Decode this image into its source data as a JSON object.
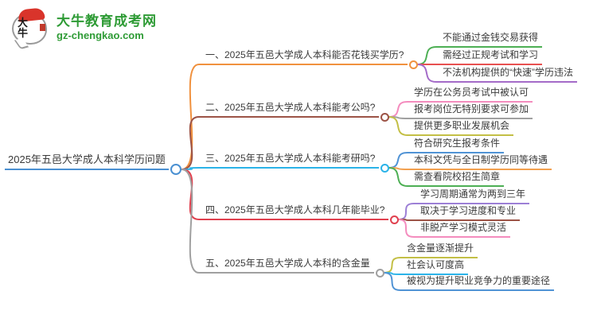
{
  "logo": {
    "icon_chars": "大牛",
    "title": "大牛教育成考网",
    "domain": "gz-chengkao.com",
    "brand_color": "#2E9B35",
    "accent_red": "#D9342B"
  },
  "root": {
    "label": "2025年五邑大学成人本科学历问题",
    "color": "#4A90D2"
  },
  "branches": [
    {
      "label": "一、2025年五邑大学成人本科能否花钱买学历?",
      "color": "#F0913E",
      "children": [
        {
          "label": "不能通过金钱交易获得",
          "color": "#4DAF54"
        },
        {
          "label": "需经过正规考试和学习",
          "color": "#E85050"
        },
        {
          "label": "不法机构提供的“快速”学历违法",
          "color": "#A46BC8"
        }
      ]
    },
    {
      "label": "二、2025年五邑大学成人本科能考公吗?",
      "color": "#9C5346",
      "children": [
        {
          "label": "学历在公务员考试中被认可",
          "color": "#F48CBE"
        },
        {
          "label": "报考岗位无特别要求可参加",
          "color": "#A0A0A0"
        },
        {
          "label": "提供更多职业发展机会",
          "color": "#C3BF45"
        }
      ]
    },
    {
      "label": "三、2025年五邑大学成人本科能考研吗?",
      "color": "#2BB3E8",
      "children": [
        {
          "label": "符合研究生报考条件",
          "color": "#5093D5"
        },
        {
          "label": "本科文凭与全日制学历同等待遇",
          "color": "#F2A04F"
        },
        {
          "label": "需查看院校招生简章",
          "color": "#4DAF54"
        }
      ]
    },
    {
      "label": "四、2025年五邑大学成人本科几年能毕业?",
      "color": "#E0404E",
      "children": [
        {
          "label": "学习周期通常为两到三年",
          "color": "#9C7FD6"
        },
        {
          "label": "取决于学习进度和专业",
          "color": "#9C5346"
        },
        {
          "label": "非脱产学习模式灵活",
          "color": "#F48CBE"
        }
      ]
    },
    {
      "label": "五、2025年五邑大学成人本科的含金量",
      "color": "#A0A0A0",
      "children": [
        {
          "label": "含金量逐渐提升",
          "color": "#C3BF45"
        },
        {
          "label": "社会认可度高",
          "color": "#2BB3E8"
        },
        {
          "label": "被视为提升职业竞争力的重要途径",
          "color": "#5093D5"
        }
      ]
    }
  ]
}
